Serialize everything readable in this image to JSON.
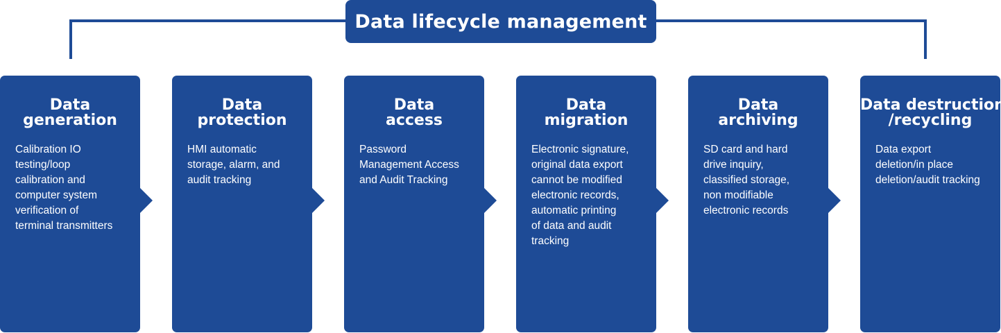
{
  "title": "Data lifecycle management",
  "stages": [
    {
      "title_lines": [
        "Data",
        "generation"
      ],
      "description": "Calibration IO\ntesting/loop\ncalibration and\ncomputer system\nverification of\nterminal transmitters"
    },
    {
      "title_lines": [
        "Data",
        "protection"
      ],
      "description": "HMI automatic\nstorage, alarm, and\naudit tracking"
    },
    {
      "title_lines": [
        "Data",
        "access"
      ],
      "description": "Password\nManagement Access\nand Audit Tracking"
    },
    {
      "title_lines": [
        "Data",
        "migration"
      ],
      "description": "Electronic signature,\noriginal data export\ncannot be modified\nelectronic records,\nautomatic printing\nof data and audit\ntracking"
    },
    {
      "title_lines": [
        "Data",
        "archiving"
      ],
      "description": "SD card and hard\ndrive inquiry,\nclassified storage,\nnon modifiable\nelectronic records"
    },
    {
      "title_lines": [
        "Data destruction",
        "/recycling"
      ],
      "description": "Data export\ndeletion/in place\ndeletion/audit tracking"
    }
  ],
  "colors": {
    "primary": "#1e4b96",
    "text": "#ffffff"
  }
}
